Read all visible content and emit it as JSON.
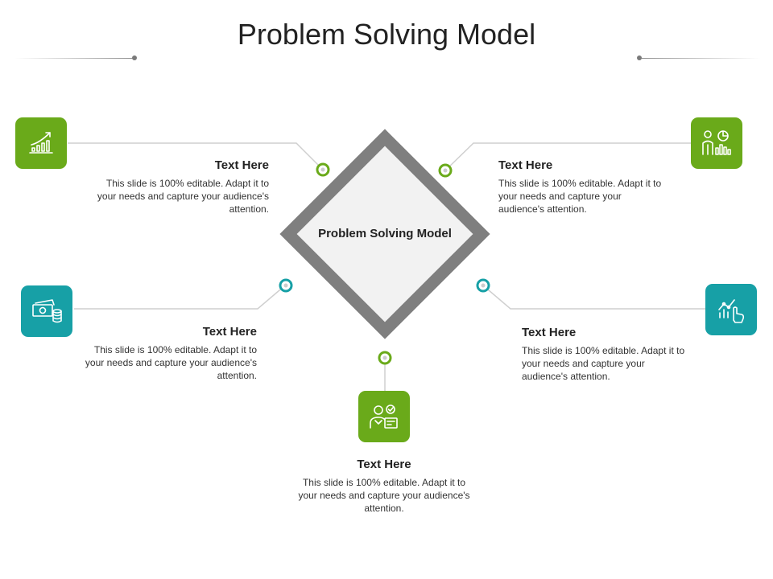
{
  "title": "Problem Solving Model",
  "center": {
    "label": "Problem Solving Model"
  },
  "colors": {
    "green": "#6aaa1a",
    "teal": "#17a0a6",
    "diamond_border": "#7f7f7f",
    "diamond_fill": "#f2f2f2"
  },
  "nodes": [
    {
      "heading": "Text Here",
      "body": "This slide is 100% editable. Adapt it to your needs and capture your audience's attention.",
      "icon": "growth-chart-icon",
      "color": "green"
    },
    {
      "heading": "Text Here",
      "body": "This slide is 100% editable. Adapt it to your needs and capture your audience's attention.",
      "icon": "presenter-chart-icon",
      "color": "green"
    },
    {
      "heading": "Text Here",
      "body": "This slide is 100% editable. Adapt it to your needs and capture your audience's attention.",
      "icon": "money-coins-icon",
      "color": "teal"
    },
    {
      "heading": "Text Here",
      "body": "This slide is 100% editable. Adapt it to your needs and capture your audience's attention.",
      "icon": "touch-analytics-icon",
      "color": "teal"
    },
    {
      "heading": "Text Here",
      "body": "This slide is 100% editable. Adapt it to your needs and capture your audience's attention.",
      "icon": "person-document-icon",
      "color": "green"
    }
  ]
}
